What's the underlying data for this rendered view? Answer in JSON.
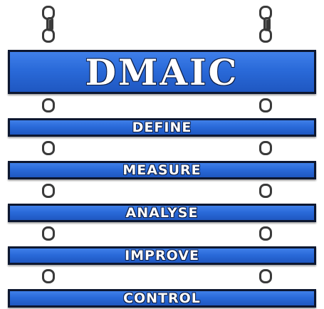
{
  "title": "DMAIC",
  "steps": [
    {
      "label": "DEFINE"
    },
    {
      "label": "MEASURE"
    },
    {
      "label": "ANALYSE"
    },
    {
      "label": "IMPROVE"
    },
    {
      "label": "CONTROL"
    }
  ],
  "colors": {
    "board": "#2a6ad9",
    "border": "#0d1730",
    "chain": "#3a3a3a",
    "text": "#ffffff"
  }
}
